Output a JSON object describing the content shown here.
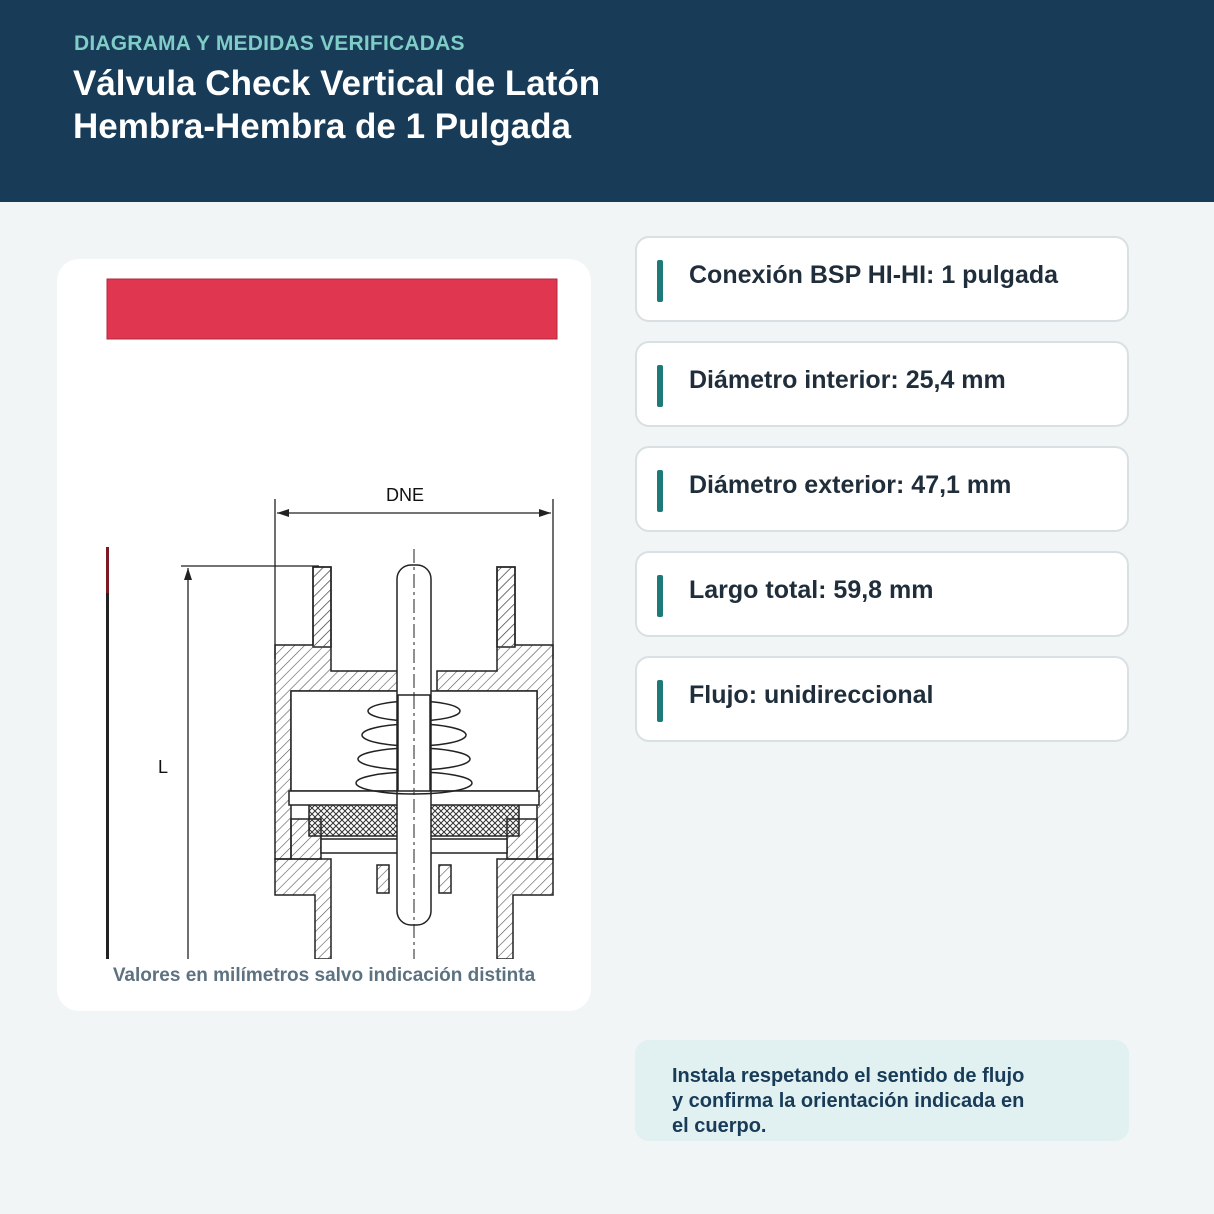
{
  "header": {
    "kicker": "DIAGRAMA Y MEDIDAS VERIFICADAS",
    "title_line1": "Válvula Check Vertical de Latón",
    "title_line2": "Hembra-Hembra de 1 Pulgada"
  },
  "diagram": {
    "dimension_width_label": "DNE",
    "dimension_length_label": "L",
    "caption": "Valores en milímetros salvo indicación distinta"
  },
  "specs": [
    {
      "text": "Conexión BSP HI-HI: 1 pulgada"
    },
    {
      "text": "Diámetro interior: 25,4 mm"
    },
    {
      "text": "Diámetro exterior: 47,1 mm"
    },
    {
      "text": "Largo total: 59,8 mm"
    },
    {
      "text": "Flujo: unidireccional"
    }
  ],
  "note": {
    "text": "Instala respetando el sentido de flujo y confirma la orientación indicada en el cuerpo."
  },
  "colors": {
    "header_bg": "#183b58",
    "kicker": "#7fcdc6",
    "accent_bar": "#1d7a78",
    "banner_red": "#e0364f",
    "note_bg": "#e1f0f0"
  }
}
